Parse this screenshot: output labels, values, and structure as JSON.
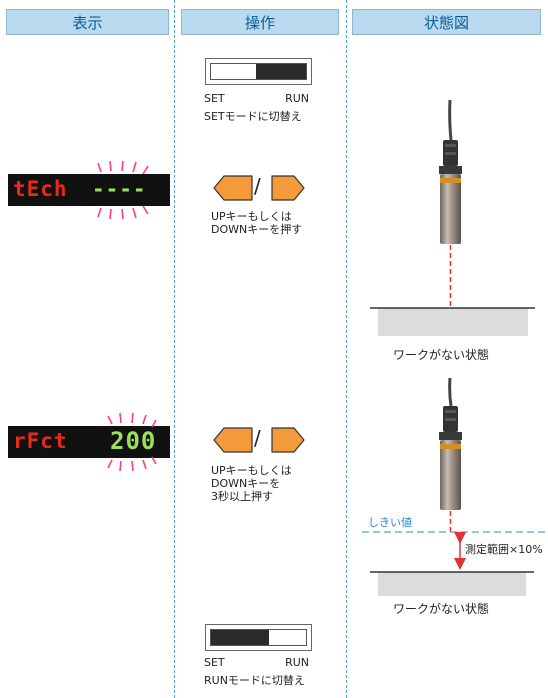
{
  "headers": {
    "display": "表示",
    "operation": "操作",
    "state_diagram": "状態図"
  },
  "step1": {
    "switch_left": "SET",
    "switch_right": "RUN",
    "caption": "SETモードに切替え"
  },
  "step2": {
    "display_left": "tEch",
    "display_right": "----",
    "slash": "/",
    "instruction_line1": "UPキーもしくは",
    "instruction_line2": "DOWNキーを押す",
    "state_caption": "ワークがない状態"
  },
  "step3": {
    "display_left": "rFct",
    "display_right": "200",
    "slash": "/",
    "instruction_line1": "UPキーもしくは",
    "instruction_line2": "DOWNキーを",
    "instruction_line3": "3秒以上押す",
    "threshold_label": "しきい値",
    "range_label": "測定範囲×10%",
    "state_caption": "ワークがない状態"
  },
  "step4": {
    "switch_left": "SET",
    "switch_right": "RUN",
    "caption": "RUNモードに切替え"
  },
  "colors": {
    "header_bg": "#b9d9ee",
    "header_text": "#0a5f9a",
    "divider": "#4aa7d6",
    "display_red": "#e8291c",
    "display_green": "#9be05a",
    "glow_pink": "#ff3a8c",
    "key_orange": "#f59a3b",
    "laser_red": "#e53030",
    "threshold_blue": "#4aa7d6"
  }
}
